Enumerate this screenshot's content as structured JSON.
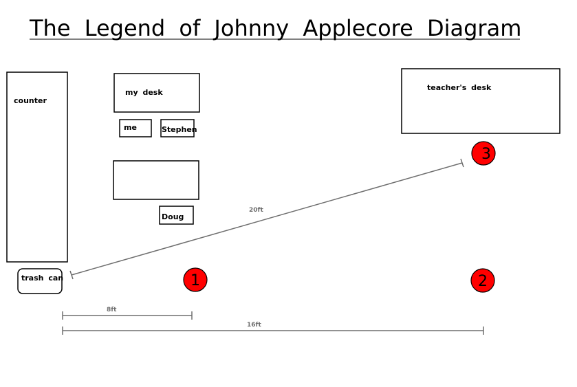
{
  "title": "The Legend of Johnny Applecore Diagram",
  "objects": {
    "counter": "counter",
    "my_desk": "my desk",
    "me": "me",
    "stephen": "Stephen",
    "doug": "Doug",
    "trash_can": "trash can",
    "teachers_desk": "teacher's desk"
  },
  "markers": [
    "1",
    "2",
    "3"
  ],
  "distances": {
    "short": "8ft",
    "long": "16ft",
    "diagonal": "20ft"
  },
  "colors": {
    "marker_fill": "#ff0000",
    "dimension_line": "#6e6e6e",
    "stroke": "#000000"
  }
}
